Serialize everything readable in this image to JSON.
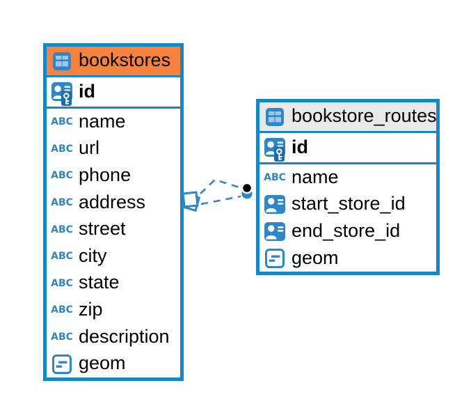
{
  "diagram": {
    "tables": [
      {
        "name": "bookstores",
        "header_color": "#F5823E",
        "primary_key": "id",
        "columns": [
          {
            "name": "name",
            "type": "text"
          },
          {
            "name": "url",
            "type": "text"
          },
          {
            "name": "phone",
            "type": "text"
          },
          {
            "name": "address",
            "type": "text"
          },
          {
            "name": "street",
            "type": "text"
          },
          {
            "name": "city",
            "type": "text"
          },
          {
            "name": "state",
            "type": "text"
          },
          {
            "name": "zip",
            "type": "text"
          },
          {
            "name": "description",
            "type": "text"
          },
          {
            "name": "geom",
            "type": "geometry"
          }
        ]
      },
      {
        "name": "bookstore_routes",
        "header_color": "#E9E9E9",
        "primary_key": "id",
        "columns": [
          {
            "name": "name",
            "type": "text"
          },
          {
            "name": "start_store_id",
            "type": "reference"
          },
          {
            "name": "end_store_id",
            "type": "reference"
          },
          {
            "name": "geom",
            "type": "geometry"
          }
        ]
      }
    ],
    "relationship": {
      "from_table": "bookstores",
      "to_table": "bookstore_routes",
      "line_style": "dashed",
      "line_count": 2,
      "color": "#2D87C8"
    },
    "icons": {
      "abc_label": "ABC",
      "table": "table-icon",
      "primary_key": "person-key-icon",
      "text_type": "abc-text-icon",
      "reference": "person-card-icon",
      "geometry": "geometry-icon"
    },
    "colors": {
      "table_border": "#1487C9",
      "icon_blue": "#2D87C8",
      "bookstores_header": "#F5823E",
      "bookstore_routes_header": "#E9E9E9",
      "background": "#FFFFFF",
      "text": "#000000"
    }
  }
}
